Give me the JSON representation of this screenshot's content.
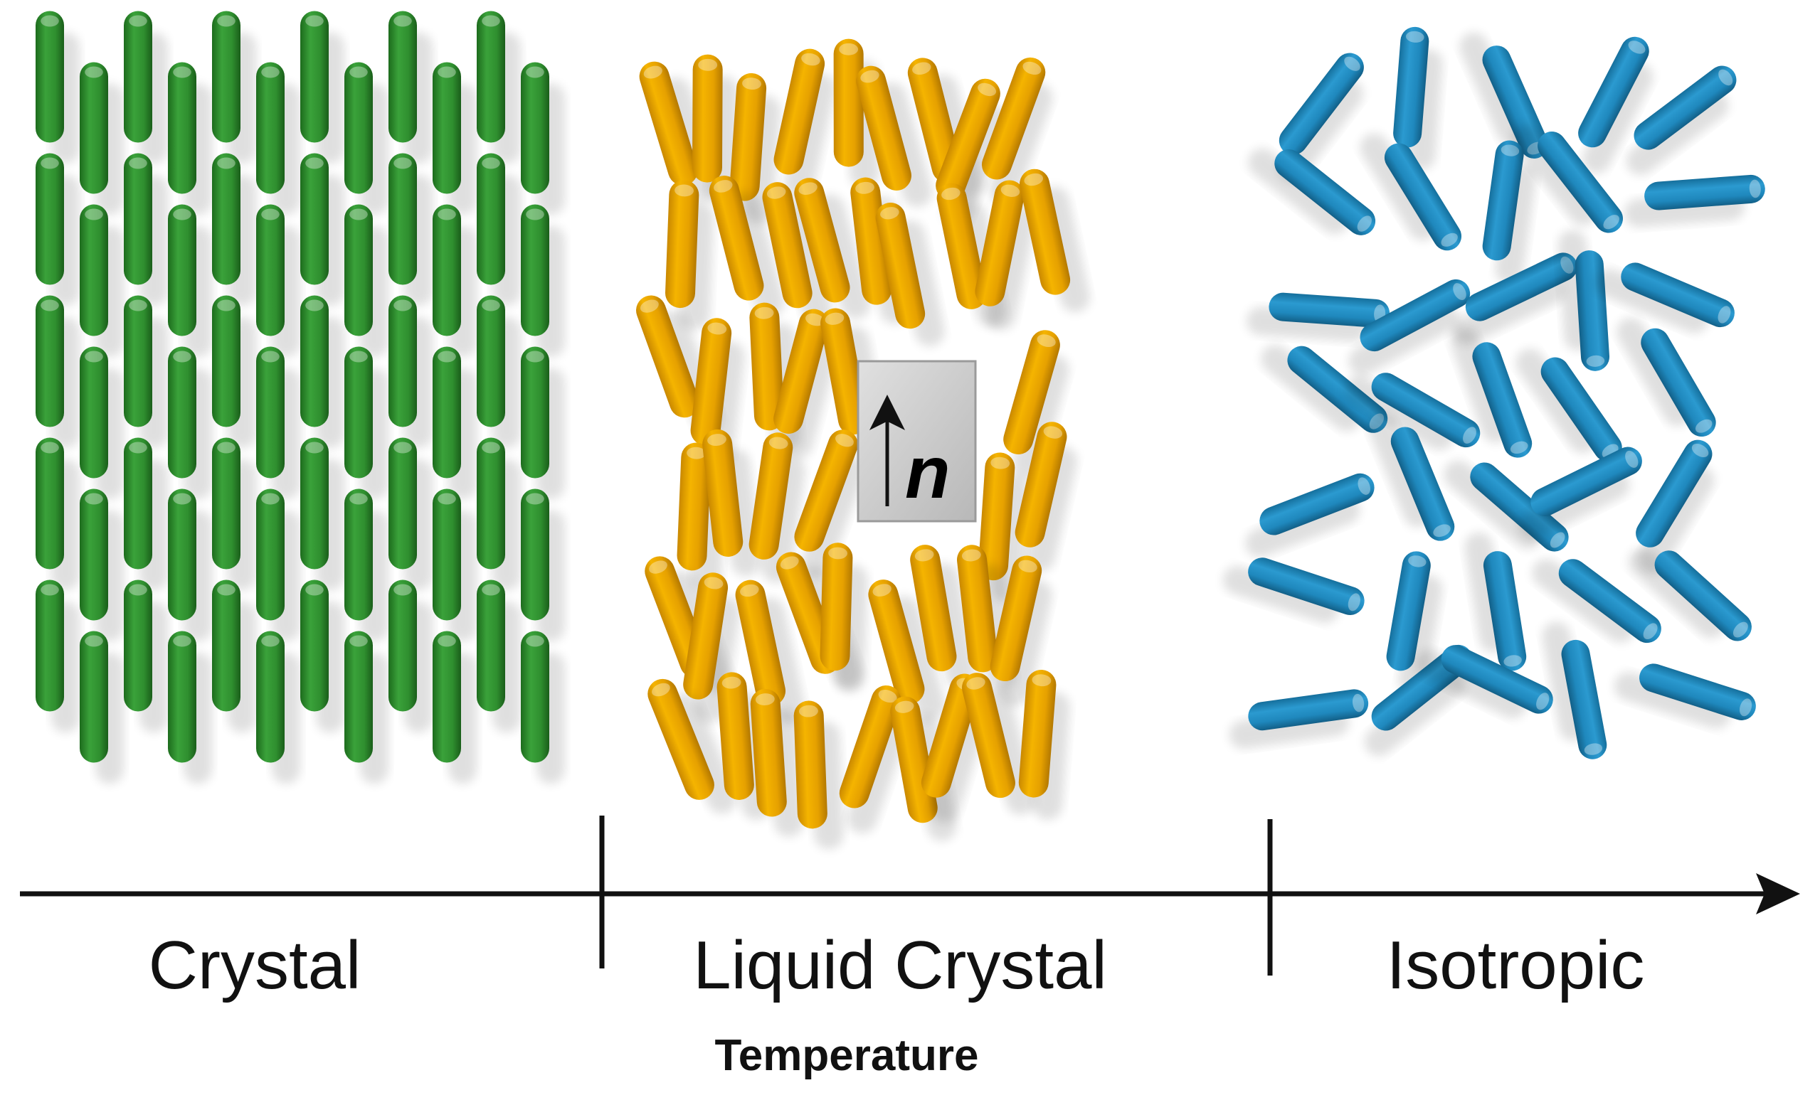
{
  "phases": [
    {
      "label": "Crystal",
      "color": "#2f8f2f"
    },
    {
      "label": "Liquid Crystal",
      "color": "#e6a100"
    },
    {
      "label": "Isotropic",
      "color": "#1f88bd"
    }
  ],
  "axis": {
    "label": "Temperature"
  },
  "director": {
    "symbol": "n"
  }
}
